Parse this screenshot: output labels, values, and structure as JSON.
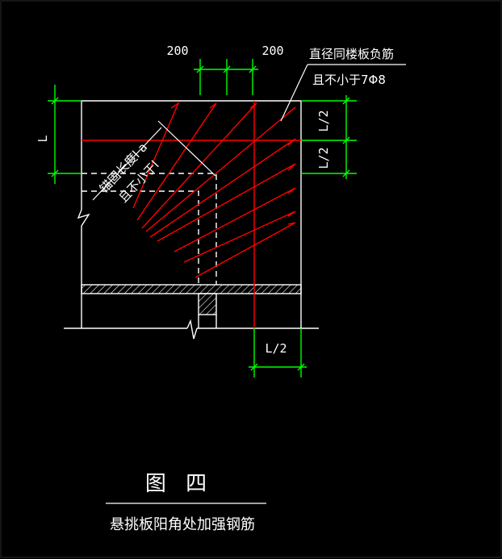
{
  "dimensions": {
    "top_left": "200",
    "top_right": "200",
    "left_L": "L",
    "right_upper": "L/2",
    "right_lower": "L/2",
    "bottom": "L/2"
  },
  "notes": {
    "bar_diameter": "直径同楼板负筋",
    "bar_min": "且不小于7Φ8",
    "anchor_length": "锚固长度l a",
    "anchor_min": "且不小于l"
  },
  "figure_title": "图 四",
  "caption": "悬挑板阳角处加强钢筋",
  "colors": {
    "background": "#000000",
    "outline": "#ffffff",
    "dimension": "#00ff00",
    "rebar": "#ff0000"
  }
}
